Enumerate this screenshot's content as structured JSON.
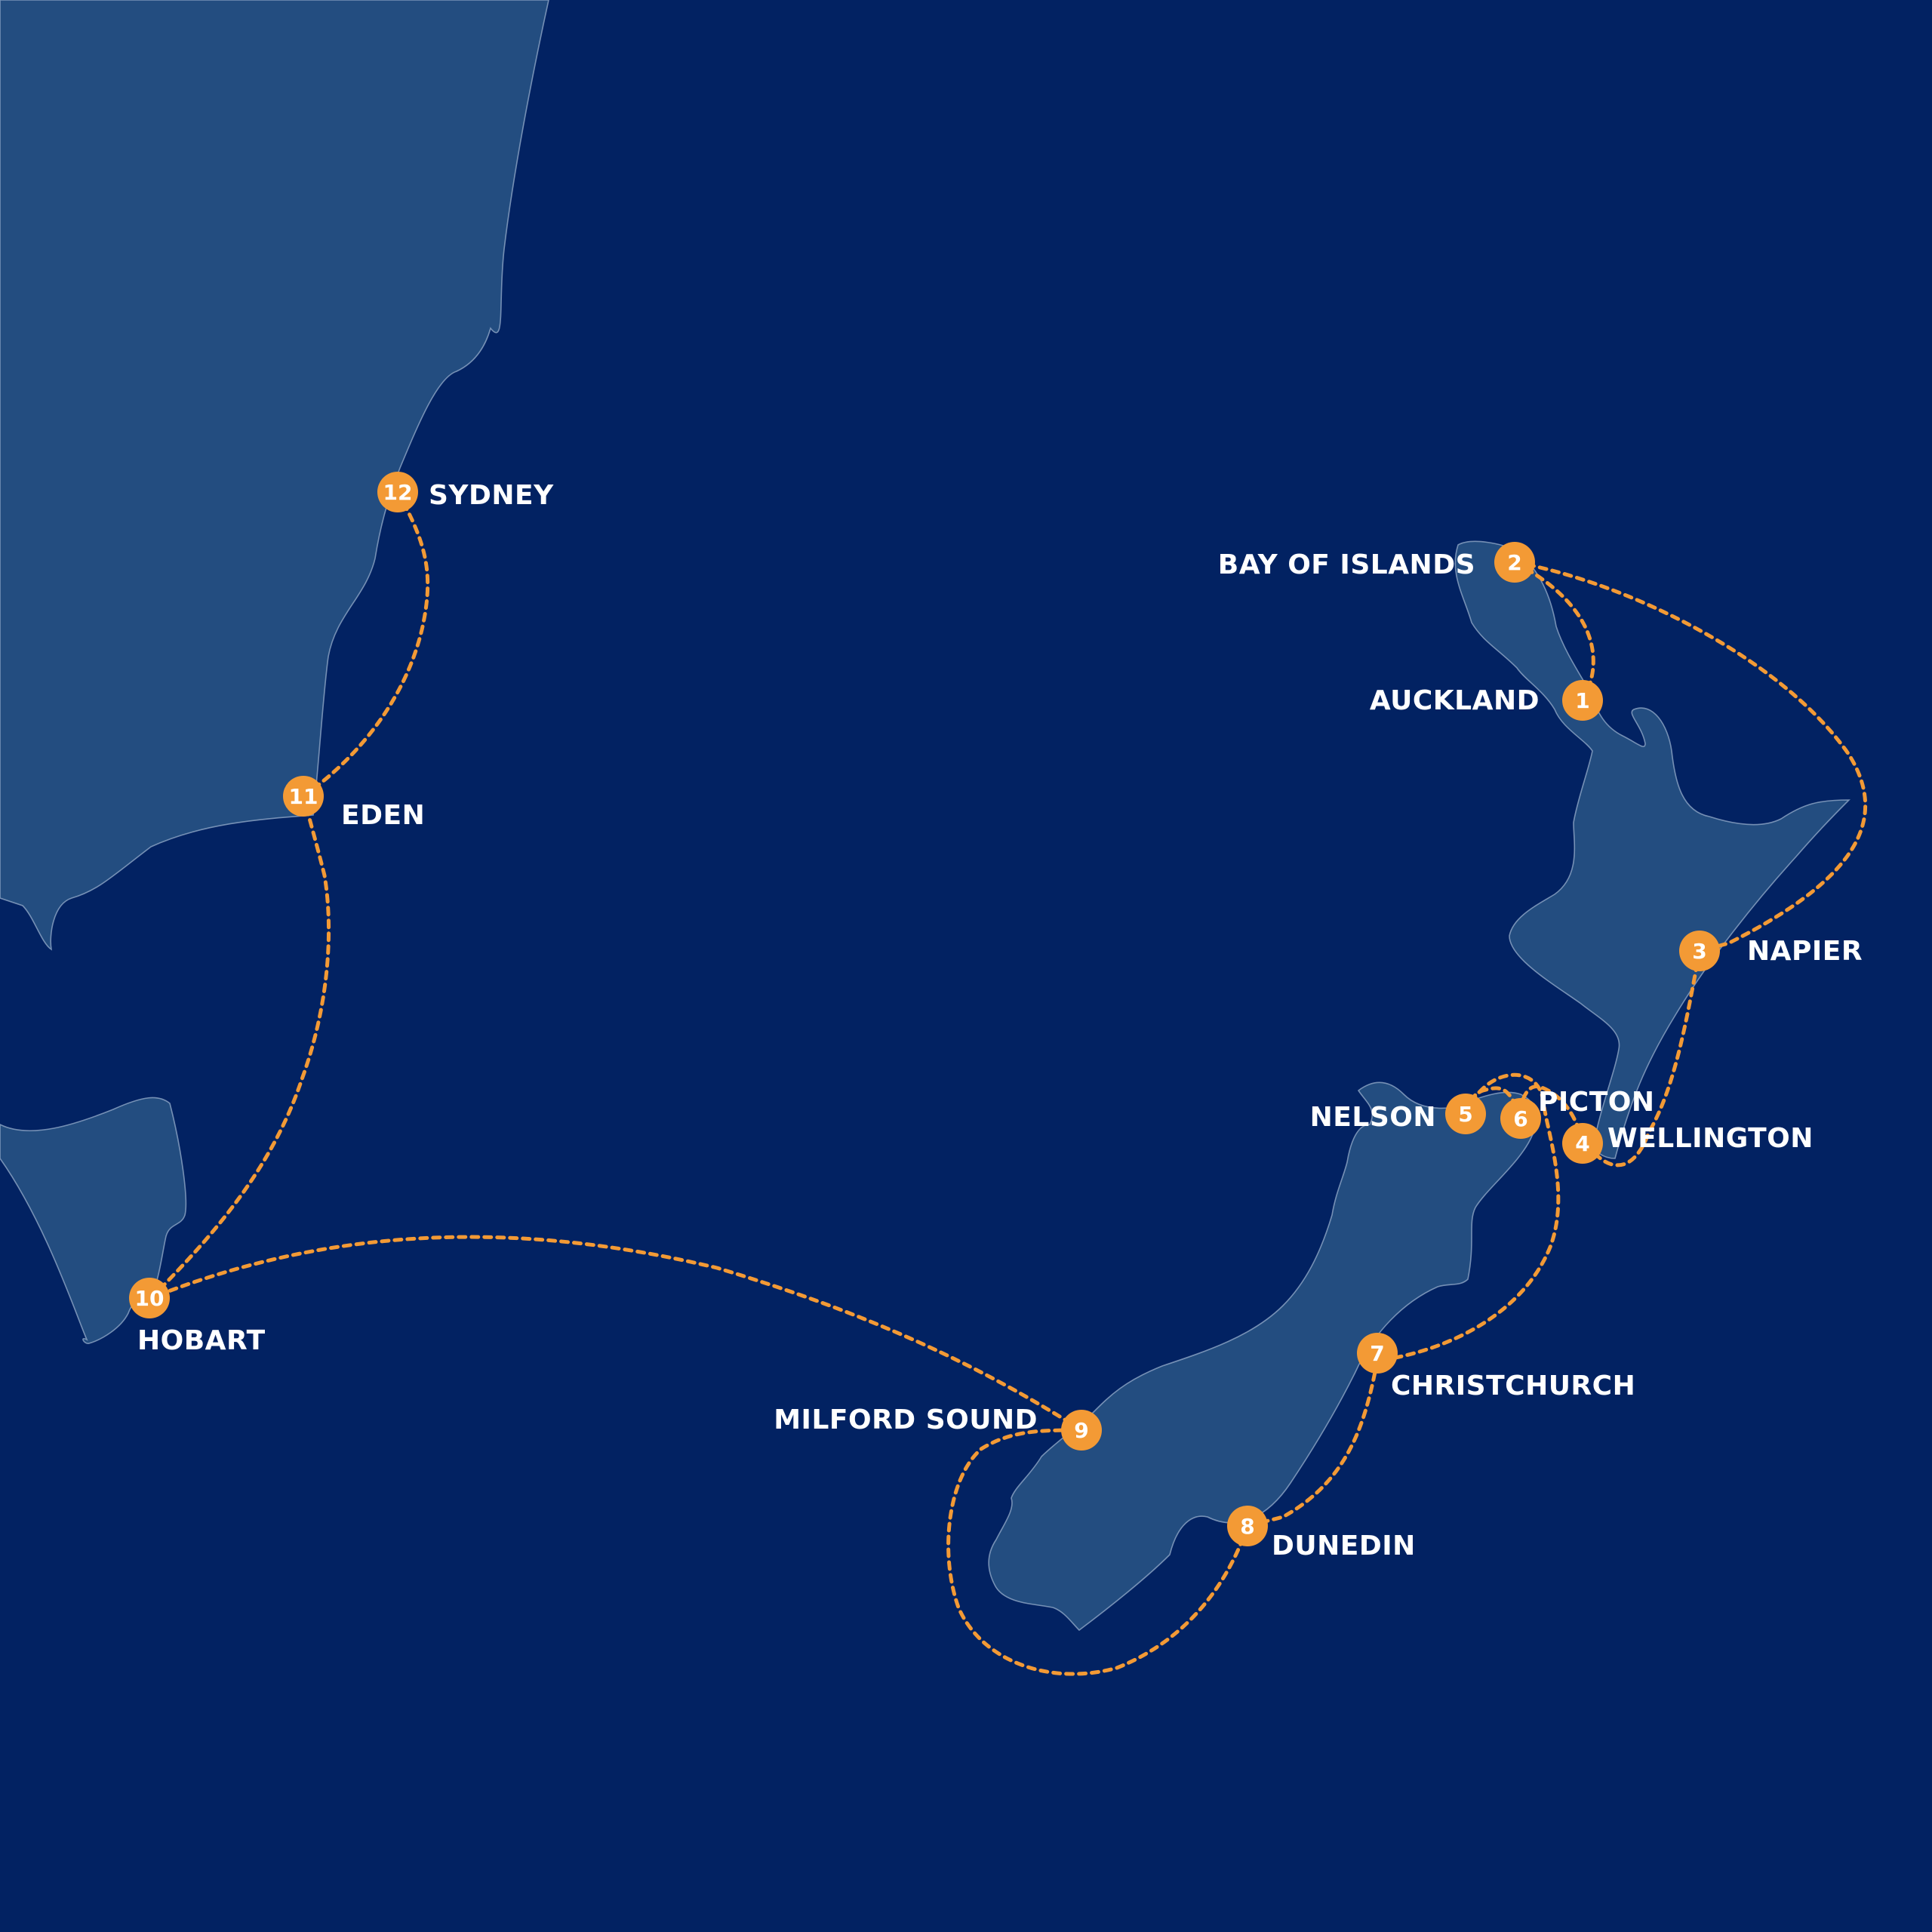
{
  "colors": {
    "sea": "#022262",
    "land": "#234d80",
    "route": "#f39a35",
    "marker": "#f39a35",
    "label": "#ffffff"
  },
  "ports": [
    {
      "number": "1",
      "name": "AUCKLAND"
    },
    {
      "number": "2",
      "name": "BAY OF ISLANDS"
    },
    {
      "number": "3",
      "name": "NAPIER"
    },
    {
      "number": "4",
      "name": "WELLINGTON"
    },
    {
      "number": "5",
      "name": "NELSON"
    },
    {
      "number": "6",
      "name": "PICTON"
    },
    {
      "number": "7",
      "name": "CHRISTCHURCH"
    },
    {
      "number": "8",
      "name": "DUNEDIN"
    },
    {
      "number": "9",
      "name": "MILFORD SOUND"
    },
    {
      "number": "10",
      "name": "HOBART"
    },
    {
      "number": "11",
      "name": "EDEN"
    },
    {
      "number": "12",
      "name": "SYDNEY"
    }
  ]
}
